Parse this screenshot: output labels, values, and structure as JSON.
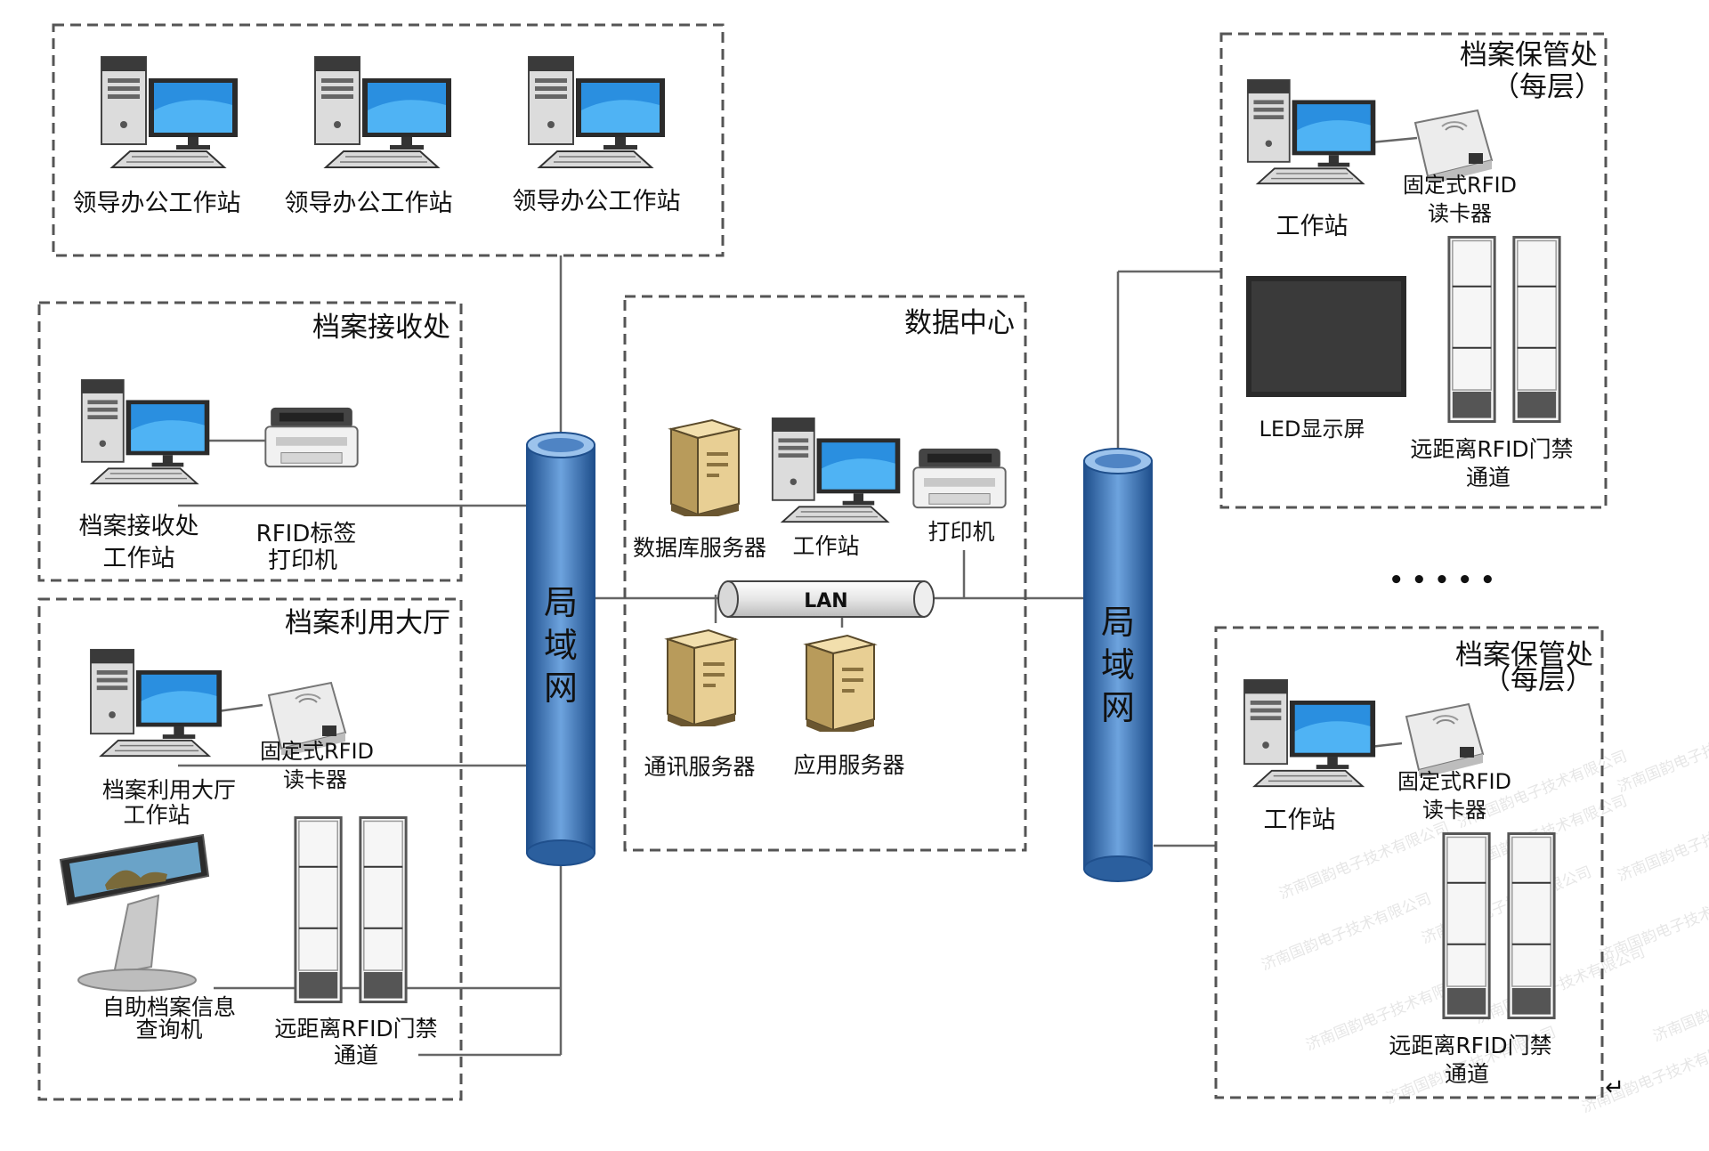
{
  "zones": {
    "leaders": {
      "labels": [
        "领导办公工作站",
        "领导办公工作站",
        "领导办公工作站"
      ]
    },
    "receiving": {
      "title": "档案接收处",
      "workstation": [
        "档案接收处",
        "工作站"
      ],
      "printer": [
        "RFID标签",
        "打印机"
      ]
    },
    "hall": {
      "title": "档案利用大厅",
      "workstation": [
        "档案利用大厅",
        "工作站"
      ],
      "reader": [
        "固定式RFID",
        "读卡器"
      ],
      "kiosk": [
        "自助档案信息",
        "查询机"
      ],
      "gate": [
        "远距离RFID门禁",
        "通道"
      ]
    },
    "datacenter": {
      "title": "数据中心",
      "db_server": "数据库服务器",
      "workstation": "工作站",
      "printer": "打印机",
      "comm_server": "通讯服务器",
      "app_server": "应用服务器",
      "lan": "LAN"
    },
    "storage_top": {
      "title": [
        "档案保管处",
        "（每层）"
      ],
      "workstation": "工作站",
      "reader": [
        "固定式RFID",
        "读卡器"
      ],
      "led": "LED显示屏",
      "gate": [
        "远距离RFID门禁",
        "通道"
      ]
    },
    "storage_bottom": {
      "title": [
        "档案保管处",
        "（每层）"
      ],
      "workstation": "工作站",
      "reader": [
        "固定式RFID",
        "读卡器"
      ],
      "gate": [
        "远距离RFID门禁",
        "通道"
      ]
    }
  },
  "pipes": {
    "left": [
      "局",
      "域",
      "网"
    ],
    "right": [
      "局",
      "域",
      "网"
    ]
  },
  "ellipsis": "• • • • •",
  "return_mark": "↵",
  "watermark": "济南国韵电子技术有限公司",
  "colors": {
    "pipe_fill": "#3a74b8",
    "pipe_dark": "#1f4f8c",
    "screen_blue": "#2a8fe0",
    "server_beige": "#e8cf94",
    "border": "#555555",
    "line": "#666666"
  }
}
